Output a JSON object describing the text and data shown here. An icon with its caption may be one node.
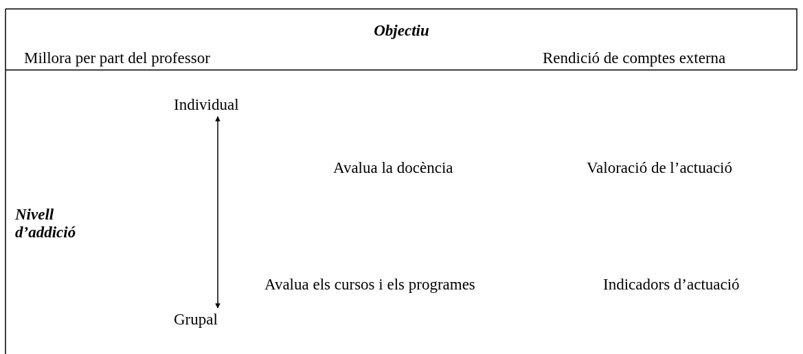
{
  "diagram": {
    "nodes": [
      {
        "text": [
          "Individual"
        ]
      },
      {
        "text": [
          "Grupal"
        ]
      }
    ],
    "edges": [
      {
        "from": 0,
        "to": 1,
        "arrow": "both"
      }
    ],
    "labels": [
      "Objectiu",
      "Millora per part del professor",
      "Rendició de comptes externa",
      "Avalua la docència",
      "Valoració de l’actuació",
      "Nivell d’addició",
      "Avalua els cursos i els programes",
      "Indicadors d’actuació"
    ]
  }
}
